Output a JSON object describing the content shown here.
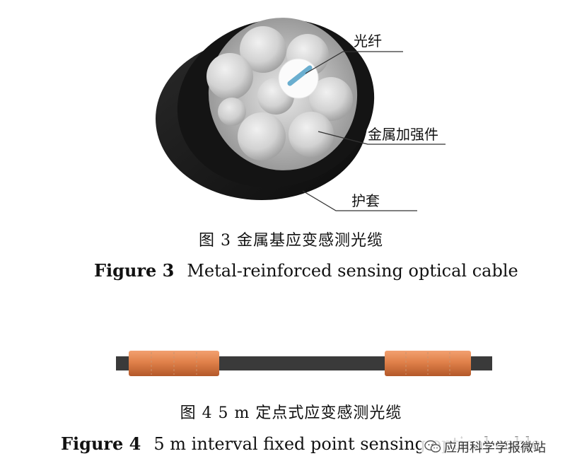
{
  "figure3": {
    "labels": {
      "fiber": "光纤",
      "strength_member": "金属加强件",
      "jacket": "护套"
    },
    "caption_cn": "图 3  金属基应变感测光缆",
    "caption_en_num": "Figure 3",
    "caption_en_text": "Metal-reinforced sensing optical cable"
  },
  "figure4": {
    "caption_cn": "图 4  5 m 定点式应变感测光缆",
    "caption_en_num": "Figure 4",
    "caption_en_text": "5 m interval fixed point sensing optical cable"
  },
  "watermark": {
    "text": "应用科学学报微站",
    "icon": "wechat-icon"
  },
  "colors": {
    "jacket": "#1a1a1a",
    "strand": "#d4d4d4",
    "fiber": "#6aaecf",
    "copper": "#e0814a",
    "rod": "#3a3a3a"
  }
}
